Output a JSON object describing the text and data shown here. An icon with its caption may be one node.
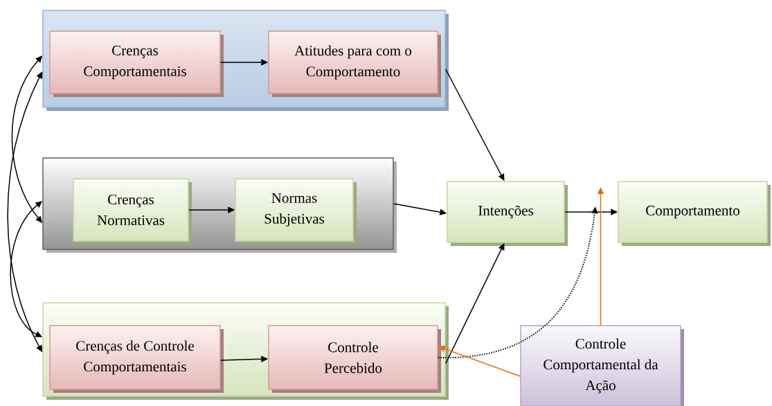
{
  "diagram": {
    "nodes": [
      {
        "text": [],
        "shape": "box"
      },
      {
        "text": [
          "Crenças Comportamentais"
        ],
        "in": 0
      },
      {
        "text": [
          "Atitudes para com o Comportamento"
        ],
        "in": 0
      },
      {
        "text": [],
        "shape": "box"
      },
      {
        "text": [
          "Crenças Normativas"
        ],
        "in": 3
      },
      {
        "text": [
          "Normas Subjetivas"
        ],
        "in": 3
      },
      {
        "text": [
          "Intenções"
        ]
      },
      {
        "text": [
          "Comportamento"
        ]
      },
      {
        "text": [],
        "shape": "box"
      },
      {
        "text": [
          "Crenças de Controle Comportamentais"
        ],
        "in": 8
      },
      {
        "text": [
          "Controle Percebido"
        ],
        "in": 8
      },
      {
        "text": [
          "Controle Comportamental da Ação"
        ]
      }
    ],
    "edges": [
      {
        "from": 1,
        "to": 2,
        "arrow": "to"
      },
      {
        "from": 4,
        "to": 5,
        "arrow": "to"
      },
      {
        "from": 9,
        "to": 10,
        "arrow": "to"
      },
      {
        "from": 0,
        "to": 6,
        "arrow": "to"
      },
      {
        "from": 3,
        "to": 6,
        "arrow": "to"
      },
      {
        "from": 8,
        "to": 6,
        "arrow": "to"
      },
      {
        "from": 6,
        "to": 7,
        "arrow": "to"
      },
      {
        "from": 10,
        "to": null,
        "arrow": "to",
        "style": "dashed"
      },
      {
        "from": 11,
        "to": null,
        "arrow": "to",
        "color": "#e46c0a"
      },
      {
        "from": 11,
        "to": 10,
        "arrow": "to",
        "color": "#e46c0a"
      },
      {
        "from": 0,
        "to": 3,
        "arrow": "both"
      },
      {
        "from": 0,
        "to": 8,
        "arrow": "both"
      },
      {
        "from": 3,
        "to": 8,
        "arrow": "both"
      }
    ]
  }
}
